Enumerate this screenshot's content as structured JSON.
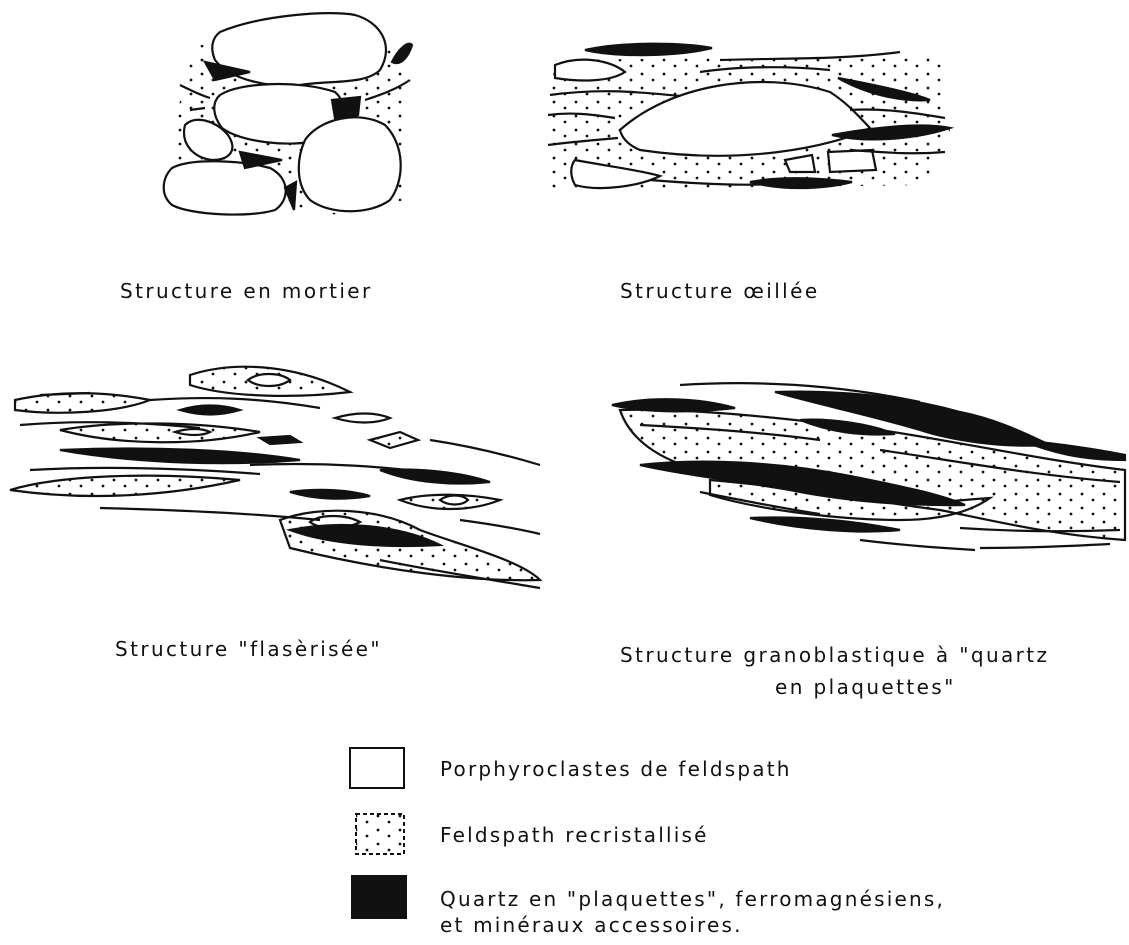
{
  "panels": [
    {
      "caption": "Structure en mortier"
    },
    {
      "caption": "Structure œillée"
    },
    {
      "caption": "Structure \"flasèrisée\""
    },
    {
      "caption_line1": "Structure granoblastique à \"quartz",
      "caption_line2": "en plaquettes\""
    }
  ],
  "legend": {
    "items": [
      {
        "label": "Porphyroclastes de feldspath",
        "swatch": "blank"
      },
      {
        "label": "Feldspath recristallisé",
        "swatch": "dotted"
      },
      {
        "label_line1": "Quartz en \"plaquettes\", ferromagnésiens,",
        "label_line2": "et minéraux accessoires.",
        "swatch": "solid"
      }
    ]
  },
  "colors": {
    "ink": "#111111",
    "paper": "#ffffff"
  }
}
